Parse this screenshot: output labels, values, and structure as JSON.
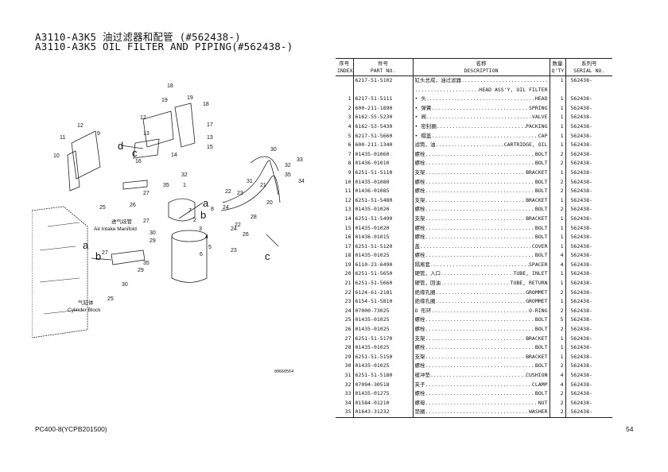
{
  "title_cn": "A3110-A3K5 油过滤器和配管 (#562438-)",
  "title_en": "A3110-A3K5 OIL FILTER AND PIPING(#562438-)",
  "table": {
    "headers": {
      "index": [
        "序号",
        "INDEX"
      ],
      "part_no": [
        "件号",
        "PART NO."
      ],
      "description": [
        "名称",
        "DESCRIPTION"
      ],
      "qty": [
        "数量",
        "Q'TY"
      ],
      "serial": [
        "系列号",
        "SERIAL NO."
      ]
    },
    "rows": [
      {
        "index": "",
        "part_no": "6217-51-5102",
        "cn": "缸头总成，油过滤器",
        "en": "",
        "qty": "1",
        "serial": "562438-",
        "en2": "HEAD ASS'Y, OIL FILTER"
      },
      {
        "index": "1",
        "part_no": "6217-51-5111",
        "cn": "• 头",
        "en": "HEAD",
        "qty": "1",
        "serial": "562438-"
      },
      {
        "index": "2",
        "part_no": "600-211-1890",
        "cn": "• 弹簧",
        "en": "SPRING",
        "qty": "1",
        "serial": "562438-"
      },
      {
        "index": "3",
        "part_no": "6162-55-5230",
        "cn": "• 阀",
        "en": "VALVE",
        "qty": "1",
        "serial": "562438-"
      },
      {
        "index": "4",
        "part_no": "6162-53-5430",
        "cn": "• 密封圈",
        "en": "PACKING",
        "qty": "1",
        "serial": "562438-"
      },
      {
        "index": "5",
        "part_no": "6217-51-5660",
        "cn": "• 帽盖",
        "en": "CAP",
        "qty": "1",
        "serial": "562438-"
      },
      {
        "index": "6",
        "part_no": "600-211-1340",
        "cn": "滤筒，油",
        "en": "CARTRIDGE, OIL",
        "qty": "1",
        "serial": "562438-"
      },
      {
        "index": "7",
        "part_no": "01435-01060",
        "cn": "螺栓",
        "en": "BOLT",
        "qty": "2",
        "serial": "562438-"
      },
      {
        "index": "8",
        "part_no": "01436-01010",
        "cn": "螺栓",
        "en": "BOLT",
        "qty": "2",
        "serial": "562438-"
      },
      {
        "index": "9",
        "part_no": "6251-51-5110",
        "cn": "支架",
        "en": "BRACKET",
        "qty": "1",
        "serial": "562438-"
      },
      {
        "index": "10",
        "part_no": "01435-01080",
        "cn": "螺栓",
        "en": "BOLT",
        "qty": "2",
        "serial": "562438-"
      },
      {
        "index": "11",
        "part_no": "01436-01085",
        "cn": "螺栓",
        "en": "BOLT",
        "qty": "2",
        "serial": "562438-"
      },
      {
        "index": "12",
        "part_no": "6251-51-5480",
        "cn": "支架",
        "en": "BRACKET",
        "qty": "1",
        "serial": "562438-"
      },
      {
        "index": "13",
        "part_no": "01435-01020",
        "cn": "螺栓",
        "en": "BOLT",
        "qty": "2",
        "serial": "562438-"
      },
      {
        "index": "14",
        "part_no": "6251-51-5490",
        "cn": "支架",
        "en": "BRACKET",
        "qty": "1",
        "serial": "562438-"
      },
      {
        "index": "15",
        "part_no": "01435-01020",
        "cn": "螺栓",
        "en": "BOLT",
        "qty": "1",
        "serial": "562438-"
      },
      {
        "index": "16",
        "part_no": "01436-01015",
        "cn": "螺栓",
        "en": "BOLT",
        "qty": "1",
        "serial": "562438-"
      },
      {
        "index": "17",
        "part_no": "6251-51-5120",
        "cn": "盖",
        "en": "COVER",
        "qty": "1",
        "serial": "562438-"
      },
      {
        "index": "18",
        "part_no": "01435-01025",
        "cn": "螺栓",
        "en": "BOLT",
        "qty": "4",
        "serial": "562438-"
      },
      {
        "index": "19",
        "part_no": "6110-23-6490",
        "cn": "隔离套",
        "en": "SPACER",
        "qty": "4",
        "serial": "562438-"
      },
      {
        "index": "20",
        "part_no": "6251-51-5650",
        "cn": "硬管，入口",
        "en": "TUBE, INLET",
        "qty": "1",
        "serial": "562438-"
      },
      {
        "index": "21",
        "part_no": "6251-51-5660",
        "cn": "硬管，回油",
        "en": "TUBE, RETURN",
        "qty": "1",
        "serial": "562438-"
      },
      {
        "index": "22",
        "part_no": "6124-61-2181",
        "cn": "绝缘孔圈",
        "en": "GROMMET",
        "qty": "2",
        "serial": "562438-"
      },
      {
        "index": "23",
        "part_no": "6154-51-5810",
        "cn": "绝缘孔圈",
        "en": "GROMMET",
        "qty": "1",
        "serial": "562438-"
      },
      {
        "index": "24",
        "part_no": "07000-73025",
        "cn": "O 形环",
        "en": "O-RING",
        "qty": "2",
        "serial": "562438-"
      },
      {
        "index": "25",
        "part_no": "01435-01025",
        "cn": "螺栓",
        "en": "BOLT",
        "qty": "5",
        "serial": "562438-"
      },
      {
        "index": "26",
        "part_no": "01435-01025",
        "cn": "螺栓",
        "en": "BOLT",
        "qty": "2",
        "serial": "562438-"
      },
      {
        "index": "27",
        "part_no": "6251-51-5170",
        "cn": "支架",
        "en": "BRACKET",
        "qty": "1",
        "serial": "562438-"
      },
      {
        "index": "28",
        "part_no": "01435-01025",
        "cn": "螺栓",
        "en": "BOLT",
        "qty": "1",
        "serial": "562438-"
      },
      {
        "index": "29",
        "part_no": "6251-51-5150",
        "cn": "支架",
        "en": "BRACKET",
        "qty": "1",
        "serial": "562438-"
      },
      {
        "index": "30",
        "part_no": "01435-01025",
        "cn": "螺栓",
        "en": "BOLT",
        "qty": "2",
        "serial": "562438-"
      },
      {
        "index": "31",
        "part_no": "6251-51-5180",
        "cn": "缓冲垫",
        "en": "CUSHION",
        "qty": "4",
        "serial": "562438-"
      },
      {
        "index": "32",
        "part_no": "07094-30518",
        "cn": "夹子",
        "en": "CLAMP",
        "qty": "4",
        "serial": "562438-"
      },
      {
        "index": "33",
        "part_no": "01435-01275",
        "cn": "螺栓",
        "en": "BOLT",
        "qty": "2",
        "serial": "562438-"
      },
      {
        "index": "34",
        "part_no": "01584-01210",
        "cn": "螺母",
        "en": "NUT",
        "qty": "2",
        "serial": "562438-"
      },
      {
        "index": "35",
        "part_no": "01643-31232",
        "cn": "垫圈",
        "en": "WASHER",
        "qty": "2",
        "serial": "562438-"
      }
    ]
  },
  "diagram": {
    "labels": {
      "air_intake_cn": "进气歧管",
      "air_intake_en": "Air Intake Manifold",
      "cylinder_cn": "气缸体",
      "cylinder_en": "Cylinder Block"
    },
    "letters": [
      "a",
      "b",
      "c",
      "d"
    ],
    "callouts": [
      "1",
      "2",
      "3",
      "4",
      "5",
      "6",
      "7",
      "8",
      "9",
      "10",
      "11",
      "12",
      "13",
      "14",
      "15",
      "16",
      "17",
      "18",
      "19",
      "20",
      "21",
      "22",
      "23",
      "24",
      "25",
      "26",
      "27",
      "28",
      "29",
      "30",
      "31",
      "32",
      "33",
      "34",
      "35"
    ]
  },
  "figure_code": "00660564",
  "footer": {
    "model": "PC400-8(YCPB201500)",
    "page": "54"
  }
}
